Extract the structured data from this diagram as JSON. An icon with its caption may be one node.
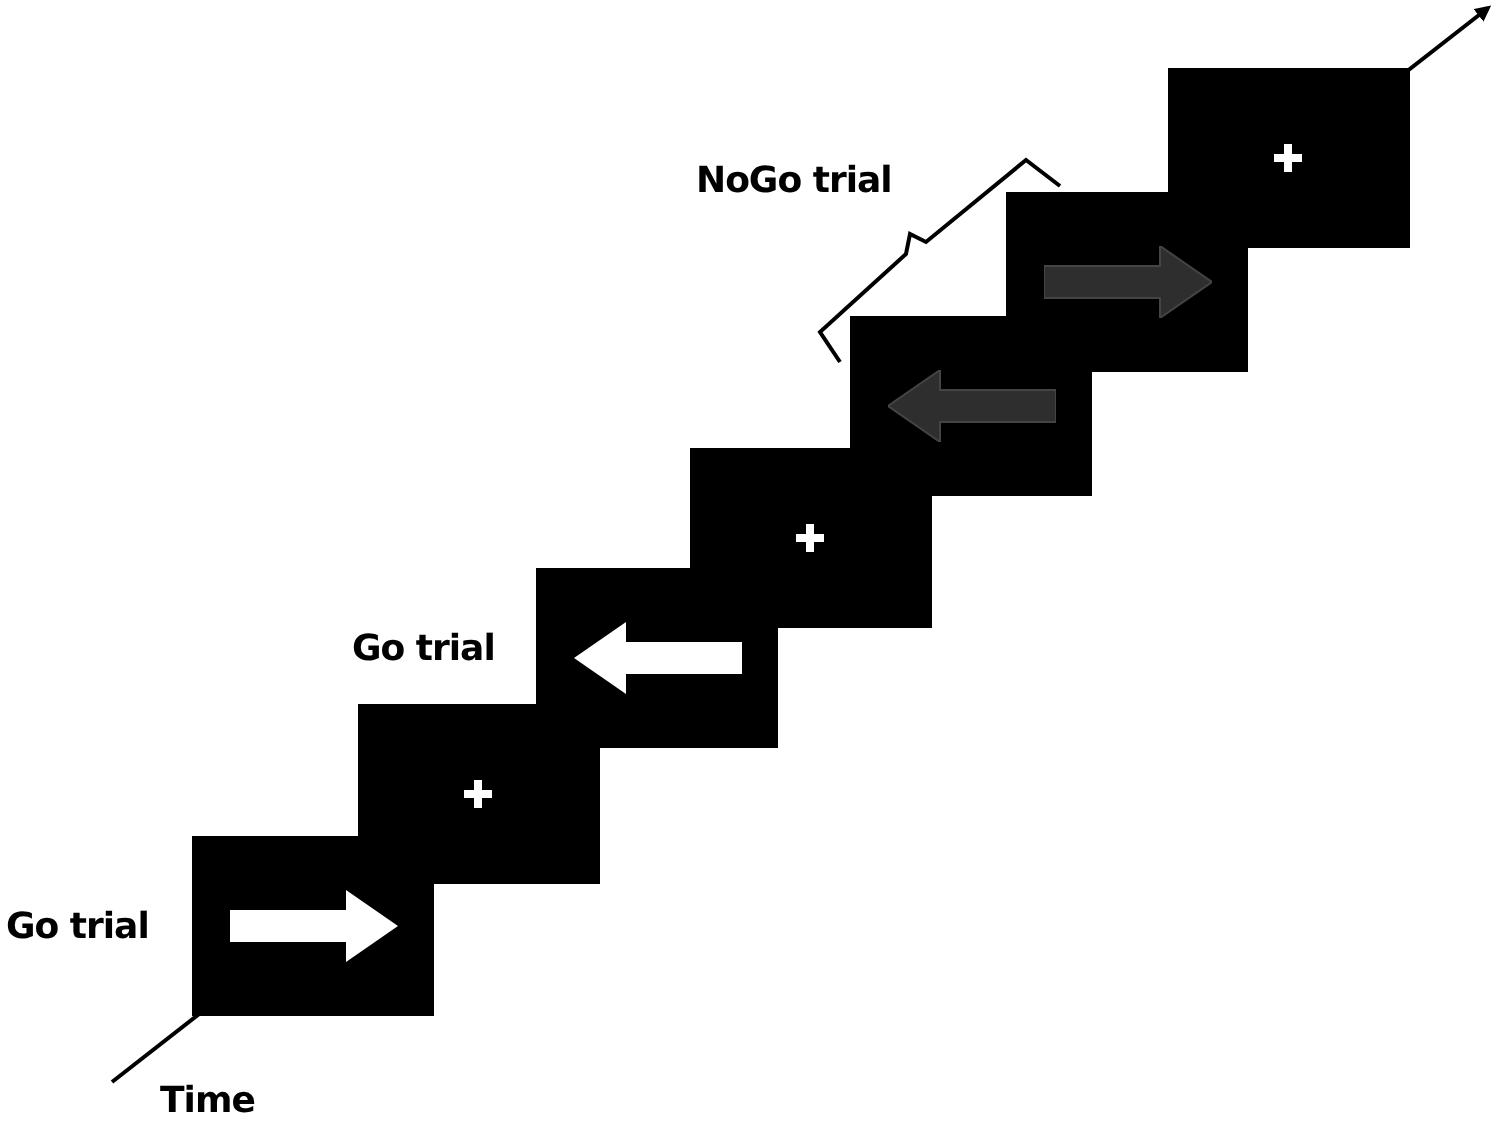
{
  "diagram": {
    "labels": [
      "NoGo trial",
      "Go trial",
      "Go trial",
      "Time"
    ]
  }
}
